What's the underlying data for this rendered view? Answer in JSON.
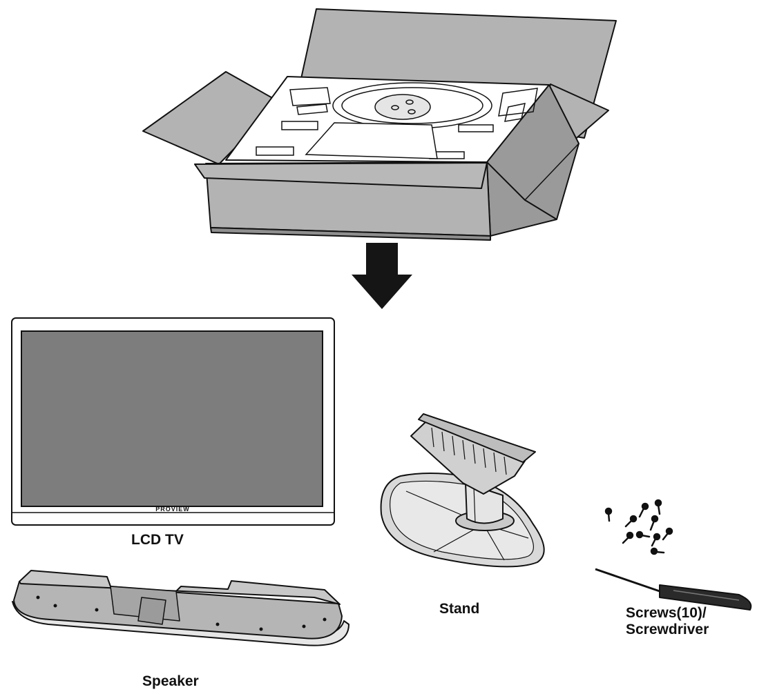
{
  "labels": {
    "lcd_tv": "LCD TV",
    "stand": "Stand",
    "screws_line1": "Screws(10)/",
    "screws_line2": "Screwdriver",
    "speaker": "Speaker"
  },
  "tv_brand": "PROVIEW",
  "colors": {
    "outline": "#111111",
    "box_face": "#b3b3b3",
    "box_dark": "#8f8f8f",
    "screen": "#7d7d7d",
    "arrow": "#151515",
    "label_text": "#111111"
  }
}
